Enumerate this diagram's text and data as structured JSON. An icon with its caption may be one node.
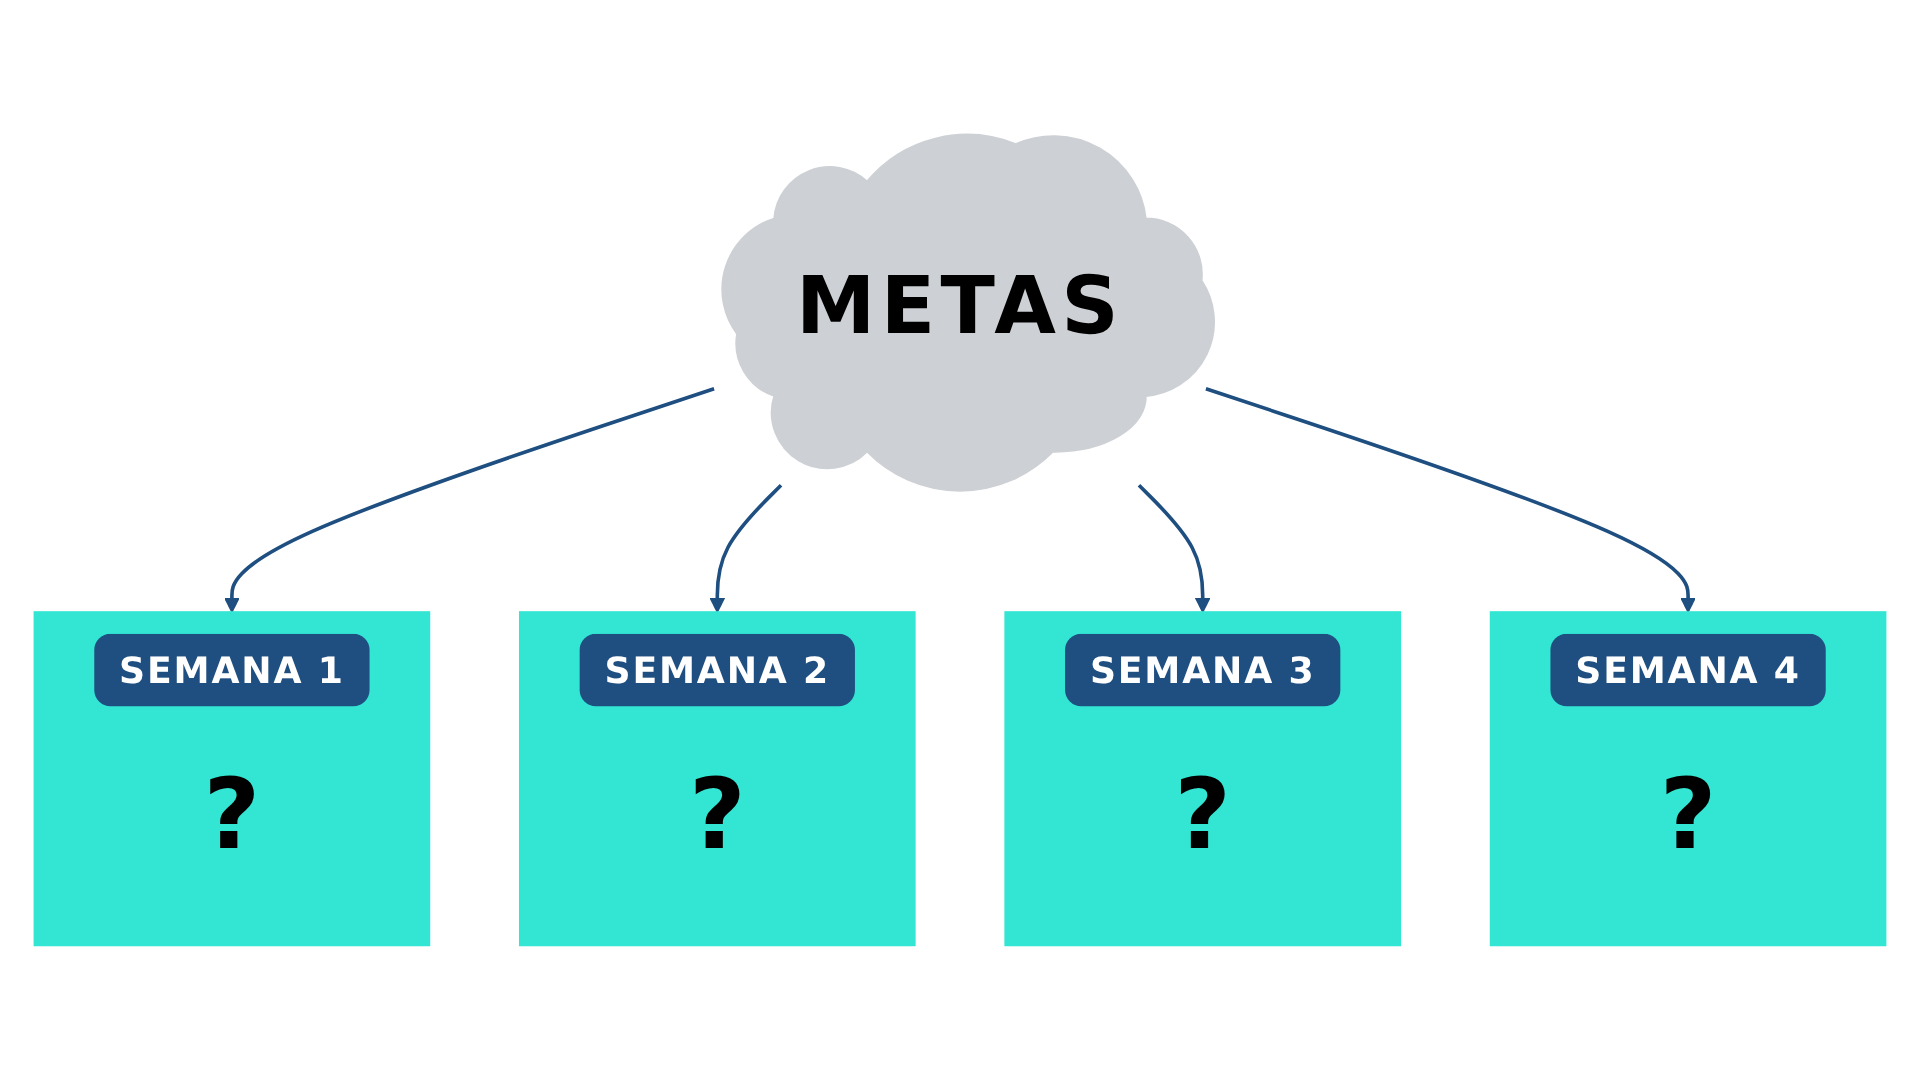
{
  "diagram": {
    "nodes": [
      {
        "text": [
          "SEMANA 1",
          "?"
        ]
      },
      {
        "text": [
          "SEMANA 2",
          "?"
        ]
      },
      {
        "text": [
          "METAS"
        ]
      },
      {
        "text": [
          "SEMANA 3",
          "?"
        ]
      },
      {
        "text": [
          "SEMANA 4",
          "?"
        ]
      }
    ],
    "edges": [
      {
        "from": 2,
        "to": 0,
        "arrow": "to"
      },
      {
        "from": 2,
        "to": 1,
        "arrow": "to"
      },
      {
        "from": 2,
        "to": 3,
        "arrow": "to"
      },
      {
        "from": 2,
        "to": 4,
        "arrow": "to"
      }
    ]
  }
}
